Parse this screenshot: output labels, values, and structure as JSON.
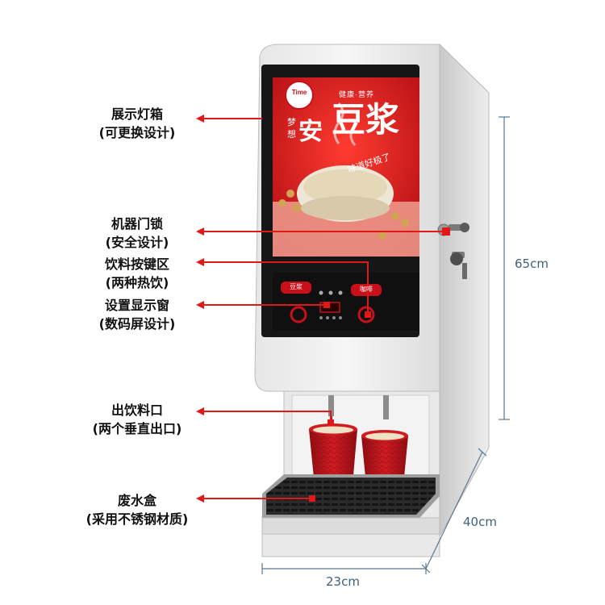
{
  "callouts": [
    {
      "id": "lightbox",
      "line1": "展示灯箱",
      "line2": "(可更换设计)"
    },
    {
      "id": "door-lock",
      "line1": "机器门锁",
      "line2": "(安全设计)"
    },
    {
      "id": "button-area",
      "line1": "饮料按键区",
      "line2": "(两种热饮)"
    },
    {
      "id": "display-window",
      "line1": "设置显示窗",
      "line2": "(数码屏设计)"
    },
    {
      "id": "outlet",
      "line1": "出饮料口",
      "line2": "(两个垂直出口)"
    },
    {
      "id": "waste-box",
      "line1": "废水盒",
      "line2": "(采用不锈钢材质)"
    }
  ],
  "dimensions": {
    "height": "65cm",
    "depth": "40cm",
    "width": "23cm"
  },
  "poster": {
    "logo": "Time",
    "brand": "梦想安",
    "brand_small_1": "梦",
    "brand_small_2": "想",
    "brand_big": "安",
    "tag": "健康·营养",
    "title": "豆浆",
    "slogan": "味道好极了"
  },
  "panel": {
    "left_button": "豆浆",
    "right_button": "咖啡"
  },
  "colors": {
    "accent": "#e01818",
    "dimension_line": "#5a7890",
    "body": "#d8d8d8",
    "poster_red": "#c8101a"
  }
}
